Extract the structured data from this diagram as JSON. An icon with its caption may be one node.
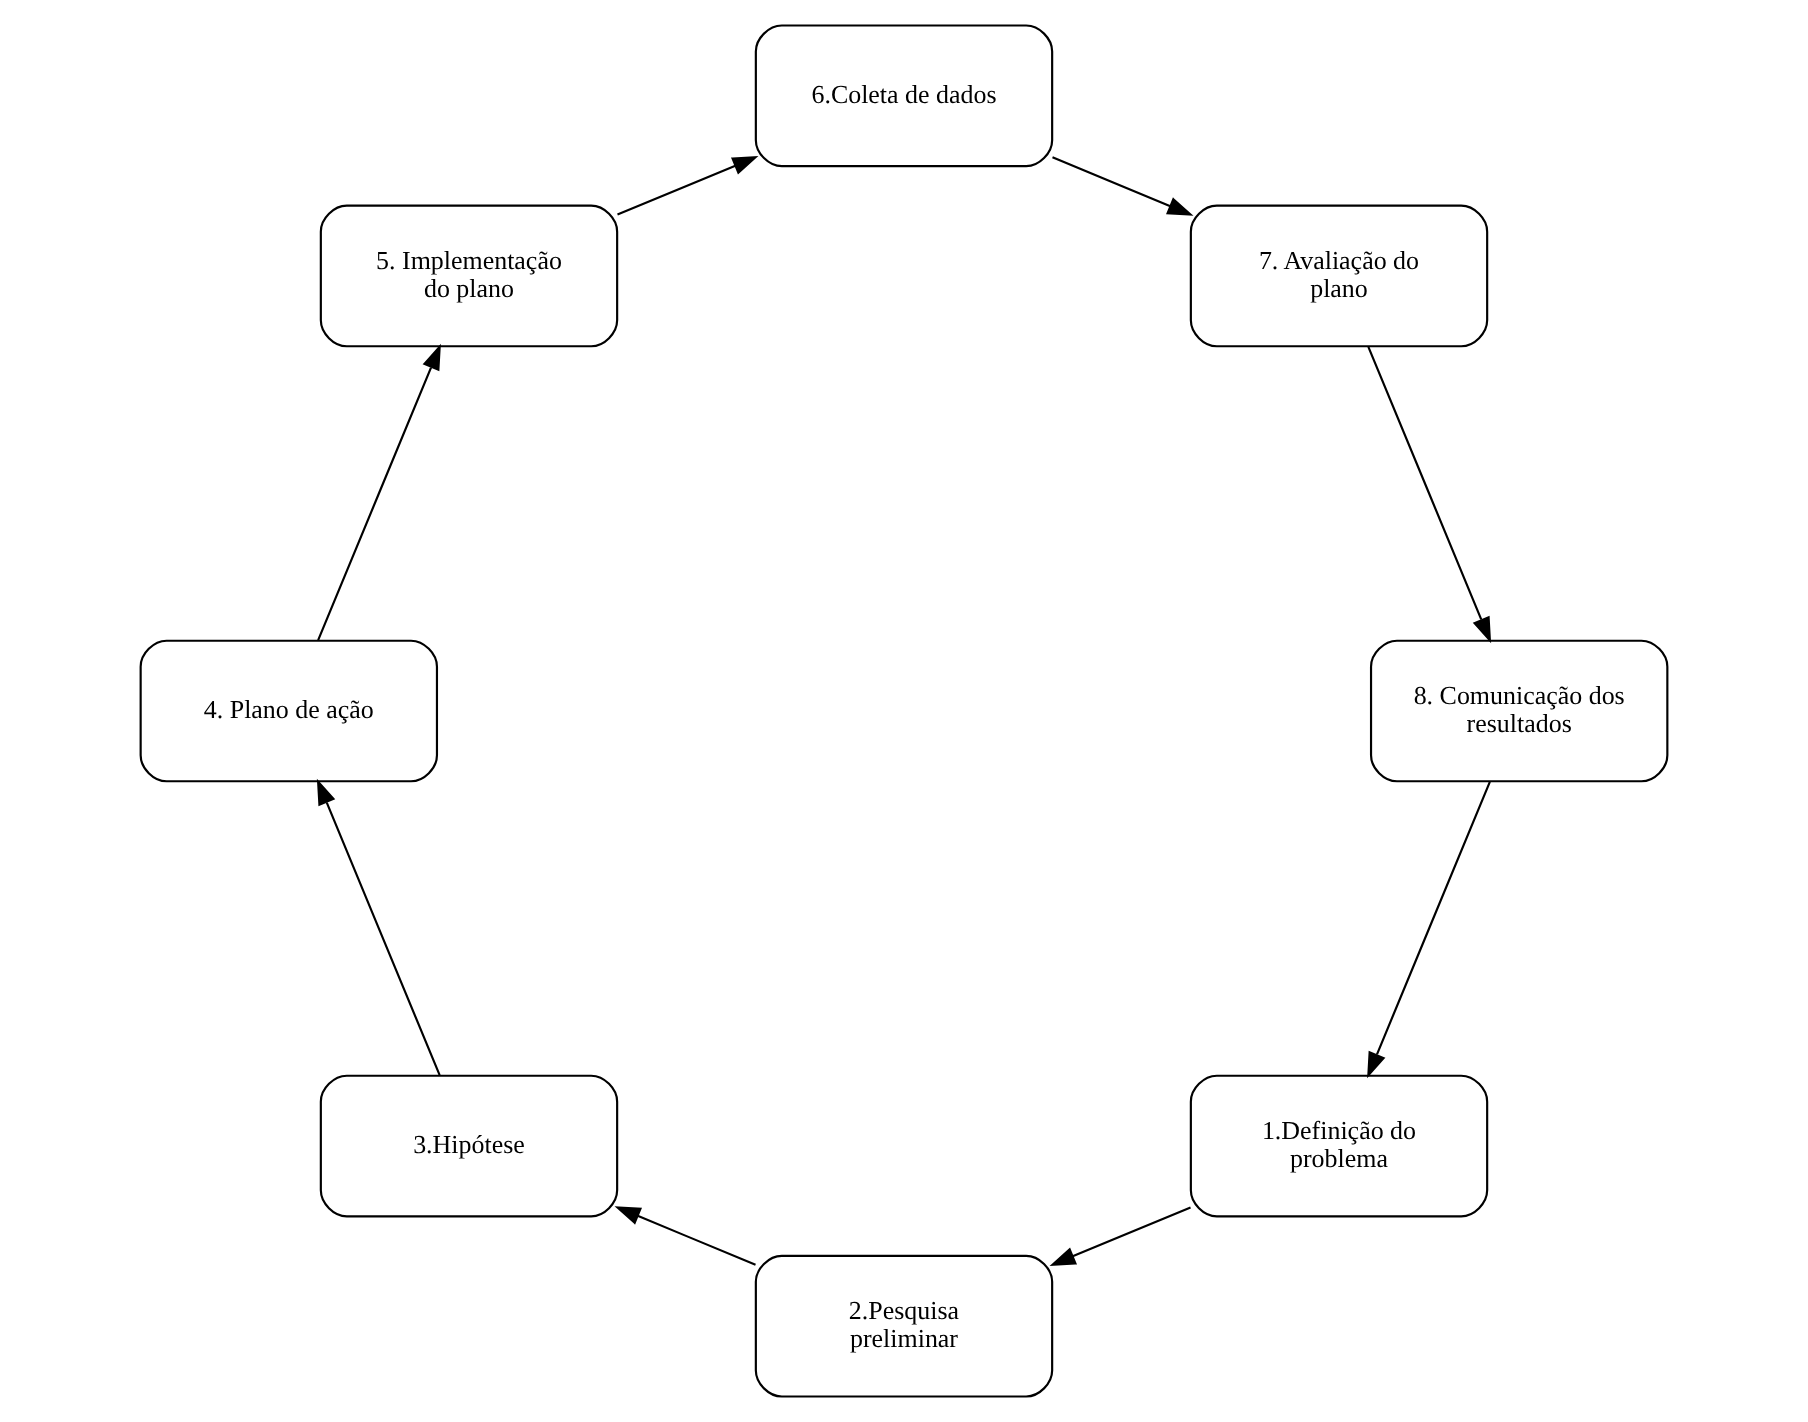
{
  "diagram": {
    "nodes": [
      {
        "text": [
          "1.Definição do problema"
        ]
      },
      {
        "text": [
          "2.Pesquisa preliminar"
        ]
      },
      {
        "text": [
          "3.Hipótese"
        ]
      },
      {
        "text": [
          "4. Plano de ação"
        ]
      },
      {
        "text": [
          "5. Implementação do plano"
        ]
      },
      {
        "text": [
          "6.Coleta de dados"
        ]
      },
      {
        "text": [
          "7. Avaliação do plano"
        ]
      },
      {
        "text": [
          "8. Comunicação dos resultados"
        ]
      }
    ],
    "edges": [
      {
        "from": 0,
        "to": 1,
        "arrow": "to"
      },
      {
        "from": 1,
        "to": 2,
        "arrow": "to"
      },
      {
        "from": 2,
        "to": 3,
        "arrow": "to"
      },
      {
        "from": 3,
        "to": 4,
        "arrow": "to"
      },
      {
        "from": 4,
        "to": 5,
        "arrow": "to"
      },
      {
        "from": 5,
        "to": 6,
        "arrow": "to"
      },
      {
        "from": 6,
        "to": 7,
        "arrow": "to"
      },
      {
        "from": 7,
        "to": 0,
        "arrow": "to"
      }
    ]
  }
}
